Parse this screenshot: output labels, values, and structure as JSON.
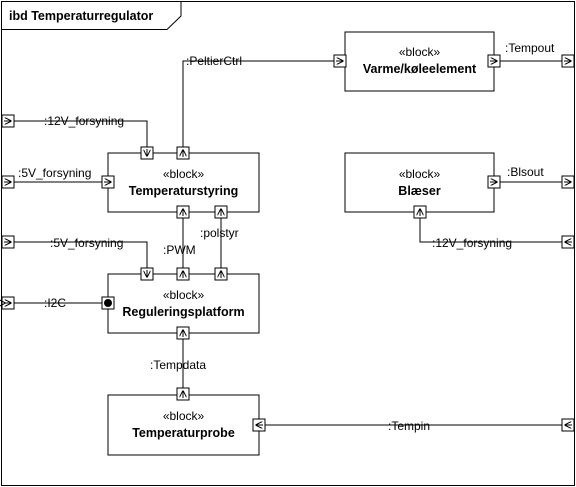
{
  "frame": {
    "title": "ibd Temperaturregulator"
  },
  "blocks": {
    "varme": {
      "stereotype": "«block»",
      "name": "Varme/køleelement"
    },
    "styring": {
      "stereotype": "«block»",
      "name": "Temperaturstyring"
    },
    "blaeser": {
      "stereotype": "«block»",
      "name": "Blæser"
    },
    "platform": {
      "stereotype": "«block»",
      "name": "Reguleringsplatform"
    },
    "probe": {
      "stereotype": "«block»",
      "name": "Temperaturprobe"
    }
  },
  "connectors": {
    "peltierctrl": ":PeltierCtrl",
    "tempout": ":Tempout",
    "v12_top": ":12V_forsyning",
    "v5_top": ":5V_forsyning",
    "blsout": ":Blsout",
    "polstyr": ":polstyr",
    "v5_mid": ":5V_forsyning",
    "pwm": ":PWM",
    "v12_right": ":12V_forsyning",
    "i2c": ":I2C",
    "tempdata": ":Tempdata",
    "tempin": ":Tempin"
  }
}
